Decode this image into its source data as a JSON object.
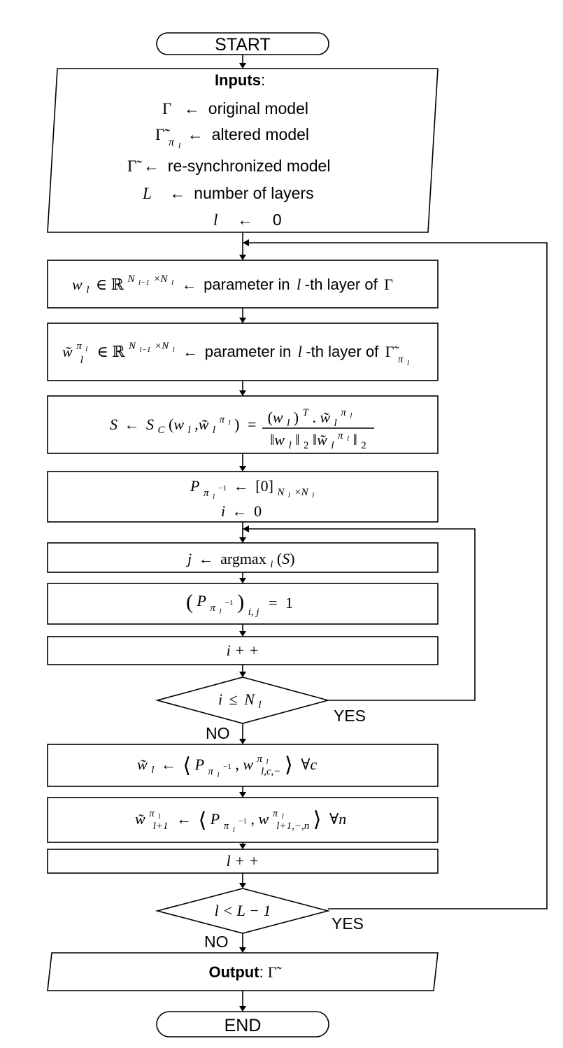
{
  "flowchart": {
    "start": "START",
    "end": "END",
    "inputs_title": "Inputs",
    "inputs": [
      {
        "symbol": "Γ",
        "text": "original model"
      },
      {
        "symbol": "Γ̃",
        "sub": "π",
        "subsub": "l",
        "text": "altered model"
      },
      {
        "symbol": "Γ̃",
        "text": "re-synchronized model"
      },
      {
        "symbol": "L",
        "text": "number of layers"
      },
      {
        "symbol": "l",
        "text": "0"
      }
    ],
    "step_w": {
      "lhs": "w",
      "lhs_sub": "l",
      "set": "∈ ℝ",
      "exp": "N",
      "exp_sub1": "l−1",
      "exp_mid": "×N",
      "exp_sub2": "l",
      "text": "parameter in",
      "layer_var": "l",
      "layer_text": "-th layer of",
      "model": "Γ"
    },
    "step_wt": {
      "lhs": "w̃",
      "lhs_sup": "π",
      "lhs_supsub": "l",
      "lhs_sub": "l",
      "set": "∈ ℝ",
      "exp": "N",
      "exp_sub1": "l−1",
      "exp_mid": "×N",
      "exp_sub2": "l",
      "text": "parameter in",
      "layer_var": "l",
      "layer_text": "-th layer of",
      "model": "Γ̃",
      "model_sub": "π",
      "model_subsub": "l"
    },
    "step_s": {
      "lhs": "S",
      "fn": "S",
      "fn_sub": "C",
      "num": "(w",
      "num_sub": "l",
      "num_sup": "T",
      "num_rest": ". w̃",
      "den": "‖w",
      "den_sub": "l",
      "den_rest": "‖",
      "den_two": "2"
    },
    "step_p_init": {
      "var": "P",
      "val": "[0]",
      "val_sub": "N",
      "val_subsub": "l",
      "val_mid": "×N",
      "i_init_var": "i",
      "i_init_val": "0"
    },
    "step_j": {
      "var": "j",
      "fn": "argmax",
      "fn_sub": "i",
      "arg": "(S)"
    },
    "step_pij": {
      "var": "P",
      "idx": "i, j",
      "val": "1"
    },
    "step_iinc": {
      "text": "i + +"
    },
    "decision_i": {
      "cond_var": "i",
      "cond_op": "≤",
      "cond_rhs": "N",
      "cond_rhs_sub": "l",
      "yes": "YES",
      "no": "NO"
    },
    "step_wl": {
      "lhs": "w̃",
      "lhs_sub": "l",
      "rhs_sub": "l,c,−",
      "quant": "∀c"
    },
    "step_wl1": {
      "lhs": "w̃",
      "lhs_sub": "l+1",
      "rhs_sub": "l+1,−,n",
      "quant": "∀n"
    },
    "step_linc": {
      "text": "l + +"
    },
    "decision_l": {
      "cond": "l < L − 1",
      "yes": "YES",
      "no": "NO"
    },
    "output_title": "Output",
    "output_value": "Γ̃"
  }
}
